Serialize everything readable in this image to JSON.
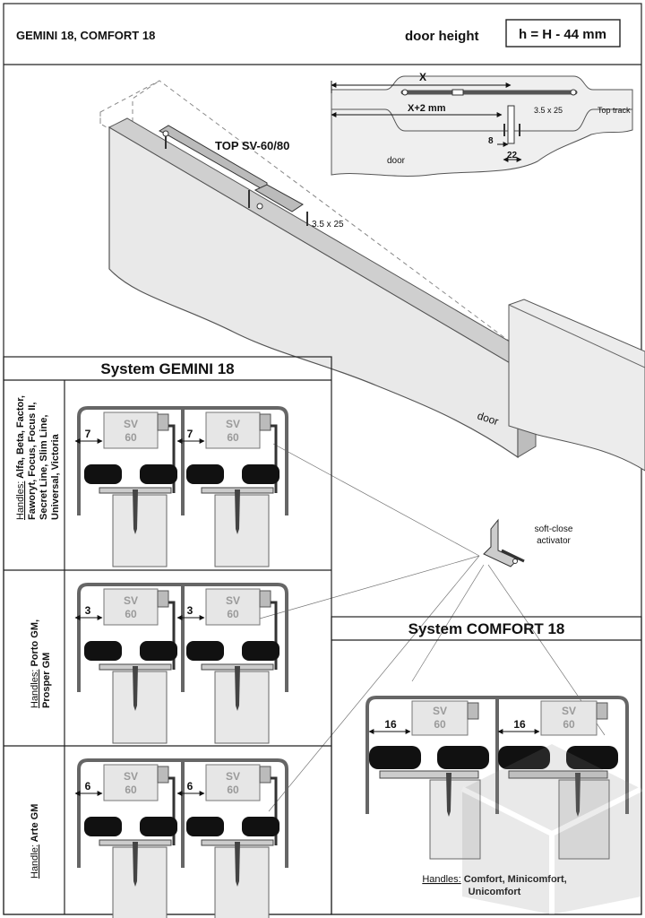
{
  "header": {
    "title": "GEMINI 18, COMFORT 18",
    "door_height_label": "door height",
    "formula": "h = H - 44 mm"
  },
  "top_view": {
    "fitting_label": "TOP SV-60/80",
    "screw_label": "3.5 x 25",
    "door_label": "door"
  },
  "detail": {
    "x_label": "X",
    "x2_label": "X+2 mm",
    "screw_label": "3.5 x 25",
    "top_track_label": "Top track",
    "dim_8": "8",
    "dim_22": "22",
    "door_label": "door"
  },
  "activator": {
    "line1": "soft-close",
    "line2": "activator"
  },
  "gemini": {
    "title": "System GEMINI 18",
    "sv_line1": "SV",
    "sv_line2": "60",
    "handles_prefix": "Handles:",
    "handle_prefix": "Handle:",
    "rows": [
      {
        "gap": "7",
        "handles_line1": "Alfa, Beta, Factor,",
        "handles_line2": "Faworyt, Focus, Focus II,",
        "handles_line3": "Secret Line, Slim Line,",
        "handles_line4": "Universal, Victoria"
      },
      {
        "gap": "3",
        "handles_line1": "Porto GM,",
        "handles_line2": "Prosper GM"
      },
      {
        "gap": "6",
        "handles_line1": "Arte GM"
      }
    ]
  },
  "comfort": {
    "title": "System COMFORT 18",
    "gap": "16",
    "handles_prefix": "Handles:",
    "handles_line1": "Comfort, Minicomfort,",
    "handles_line2": "Unicomfort"
  }
}
